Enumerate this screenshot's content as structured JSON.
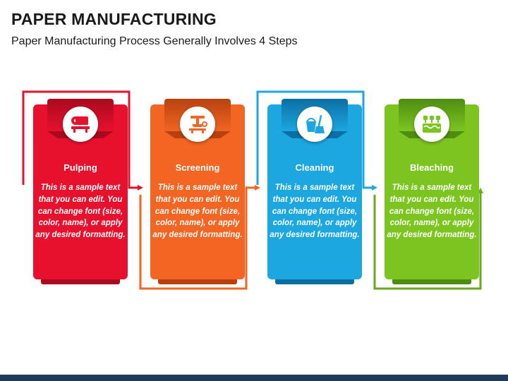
{
  "header": {
    "title": "PAPER MANUFACTURING",
    "subtitle": "Paper Manufacturing Process Generally Involves 4 Steps"
  },
  "steps": [
    {
      "title": "Pulping",
      "text": "This is a sample text that you can edit. You can change font (size, color, name), or apply any desired formatting.",
      "icon": "paper-roll-icon",
      "color": "#e8112d",
      "dark_color": "#a80a1e"
    },
    {
      "title": "Screening",
      "text": "This is a sample text that you can edit. You can change font (size, color, name), or apply any desired formatting.",
      "icon": "screening-machine-icon",
      "color": "#f26522",
      "dark_color": "#b8420f"
    },
    {
      "title": "Cleaning",
      "text": "This is a sample text that you can edit. You can change font (size, color, name), or apply any desired formatting.",
      "icon": "bucket-broom-icon",
      "color": "#1ca7e0",
      "dark_color": "#0b6fa3"
    },
    {
      "title": "Bleaching",
      "text": "This is a sample text that you can edit. You can change font (size, color, name), or apply any desired formatting.",
      "icon": "bleaching-tank-icon",
      "color": "#7cc520",
      "dark_color": "#4e8d12"
    }
  ]
}
